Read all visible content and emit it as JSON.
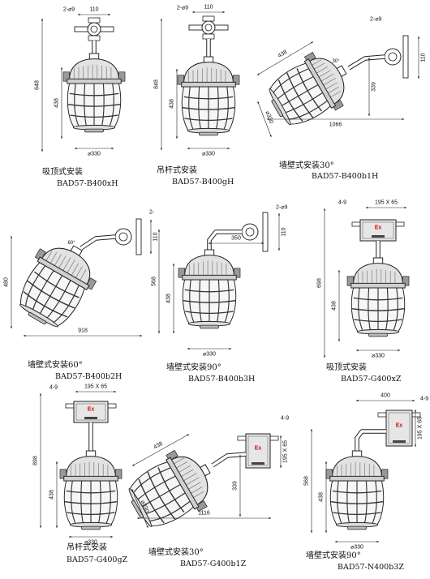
{
  "colors": {
    "line": "#222222",
    "fixture_body": "#e2e2e2",
    "cage": "#333333",
    "ex_mark": "#d01010",
    "box_fill": "#e6e6e6"
  },
  "icons": [
    "lamp-fixture-icon",
    "ex-junction-box-icon"
  ],
  "figures": [
    {
      "id": "fig1",
      "caption": "吸顶式安装",
      "model": "BAD57-B400xH",
      "dims": {
        "hole": "2-⌀9",
        "top_w": "110",
        "height": "648",
        "lamp_h": "438",
        "diameter": "⌀330"
      }
    },
    {
      "id": "fig2",
      "caption": "吊杆式安装",
      "model": "BAD57-B400gH",
      "dims": {
        "hole": "2-⌀9",
        "top_w": "110",
        "height": "848",
        "lamp_h": "438",
        "diameter": "⌀330"
      }
    },
    {
      "id": "fig3",
      "caption": "墙壁式安装30°",
      "model": "BAD57-B400b1H",
      "dims": {
        "hole": "2-⌀9",
        "top_w": "110",
        "lamp_len": "438",
        "angle": "30°",
        "height": "339",
        "width": "1066",
        "diameter": "⌀330"
      }
    },
    {
      "id": "fig4",
      "caption": "墙壁式安装60°",
      "model": "BAD57-B400b2H",
      "dims": {
        "hole": "2-",
        "bracket": "110",
        "angle": "60°",
        "height": "480",
        "width": "918"
      }
    },
    {
      "id": "fig5",
      "caption": "墙壁式安装90°",
      "model": "BAD57-B400b3H",
      "dims": {
        "hole": "2-⌀9",
        "bracket": "110",
        "arm": "350",
        "height": "568",
        "lamp_h": "438",
        "diameter": "⌀330"
      }
    },
    {
      "id": "fig6",
      "caption": "吸顶式安装",
      "model": "BAD57-G400xZ",
      "dims": {
        "hole": "4-9",
        "box": "195 X 65",
        "ex": "Ex",
        "height": "698",
        "lamp_h": "438",
        "diameter": "⌀330"
      }
    },
    {
      "id": "fig7",
      "caption": "吊杆式安装",
      "model": "BAD57-G400gZ",
      "dims": {
        "hole": "4-9",
        "box": "195 X 65",
        "ex": "Ex",
        "height": "898",
        "lamp_h": "438",
        "diameter": "⌀330"
      }
    },
    {
      "id": "fig8",
      "caption": "墙壁式安装30°",
      "model": "BAD57-G400b1Z",
      "dims": {
        "hole": "4-9",
        "box": "195 X 65",
        "ex": "Ex",
        "lamp_len": "438",
        "height": "339",
        "width": "1116",
        "diameter": "⌀330"
      }
    },
    {
      "id": "fig9",
      "caption": "墙壁式安装90°",
      "model": "BAD57-N400b3Z",
      "dims": {
        "hole": "4-9",
        "box": "195 X 65",
        "ex": "Ex",
        "arm": "400",
        "height": "568",
        "lamp_h": "438",
        "diameter": "⌀330"
      }
    }
  ]
}
